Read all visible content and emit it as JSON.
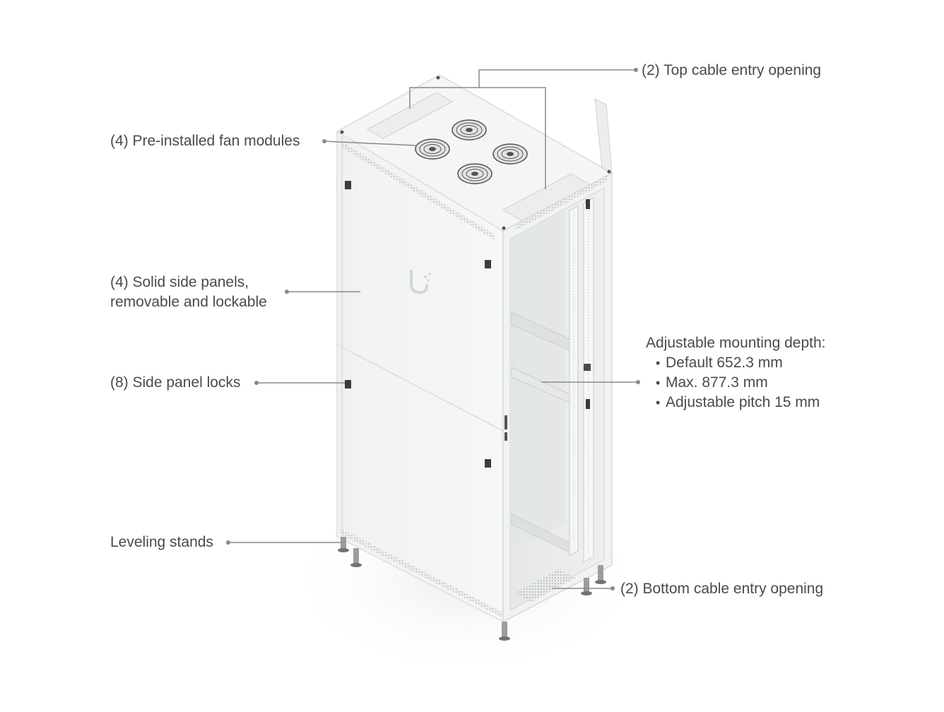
{
  "colors": {
    "leader": "#8a8a8a",
    "text": "#4a4a4a",
    "rack_body": "#f2f3f3",
    "rack_edge": "#dcdede",
    "rack_shadow": "#e4e6e6"
  },
  "callouts": {
    "top_cable": "(2) Top cable entry opening",
    "fans": "(4) Pre-installed fan modules",
    "side_panels_line1": "(4) Solid side panels,",
    "side_panels_line2": "removable and lockable",
    "locks": "(8) Side panel locks",
    "leveling": "Leveling stands",
    "bottom_cable": "(2) Bottom cable entry opening",
    "depth": {
      "title": "Adjustable mounting depth:",
      "items": [
        "Default 652.3 mm",
        "Max. 877.3 mm",
        "Adjustable pitch 15 mm"
      ]
    }
  },
  "icons": {
    "brand_logo": "ubiquiti-u-logo",
    "fan": "fan-grille-icon"
  }
}
